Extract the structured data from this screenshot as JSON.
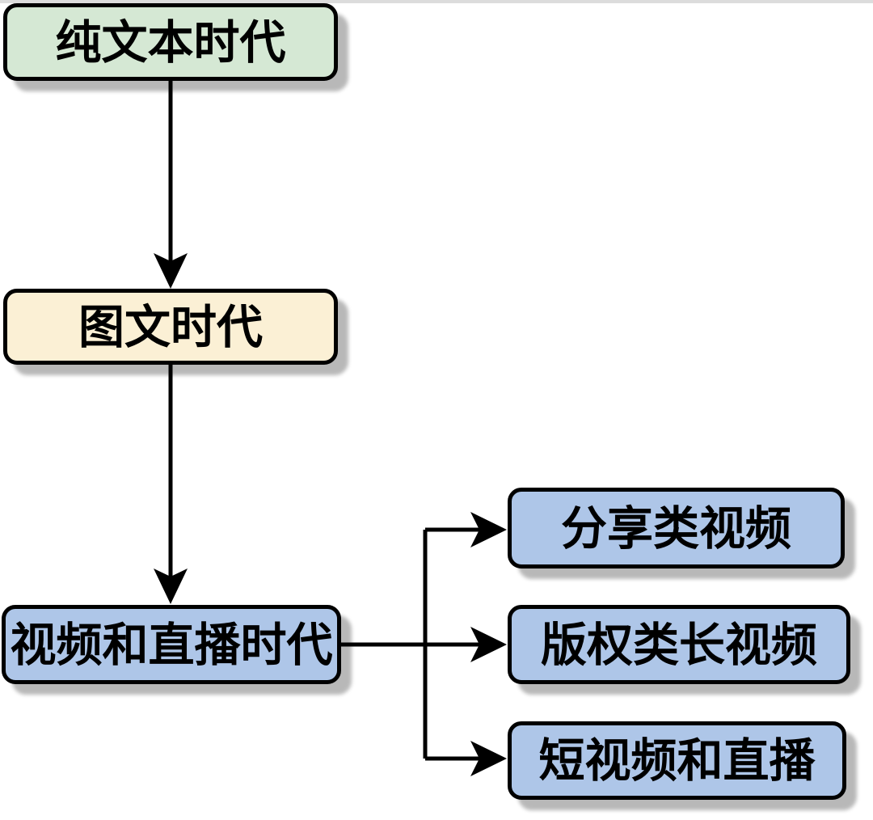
{
  "diagram": {
    "type": "flowchart",
    "nodes": [
      {
        "id": "pure-text-era",
        "label": "纯文本时代",
        "fill": "#d5e8d4"
      },
      {
        "id": "image-text-era",
        "label": "图文时代",
        "fill": "#fbf0d5"
      },
      {
        "id": "video-live-era",
        "label": "视频和直播时代",
        "fill": "#aec6e8"
      },
      {
        "id": "sharing-videos",
        "label": "分享类视频",
        "fill": "#aec6e8"
      },
      {
        "id": "copyright-long-videos",
        "label": "版权类长视频",
        "fill": "#aec6e8"
      },
      {
        "id": "short-video-and-live",
        "label": "短视频和直播",
        "fill": "#aec6e8"
      }
    ],
    "edges": [
      {
        "from": "pure-text-era",
        "to": "image-text-era",
        "style": "arrow-down"
      },
      {
        "from": "image-text-era",
        "to": "video-live-era",
        "style": "arrow-down"
      },
      {
        "from": "video-live-era",
        "to": "sharing-videos",
        "style": "arrow-right"
      },
      {
        "from": "video-live-era",
        "to": "copyright-long-videos",
        "style": "arrow-right"
      },
      {
        "from": "video-live-era",
        "to": "short-video-and-live",
        "style": "arrow-right"
      }
    ],
    "colors": {
      "node_border": "#000000",
      "edge_stroke": "#000000",
      "shadow": "#b9b9b9",
      "background": "#ffffff",
      "top_edge_strip": "#dcdcdc"
    }
  }
}
